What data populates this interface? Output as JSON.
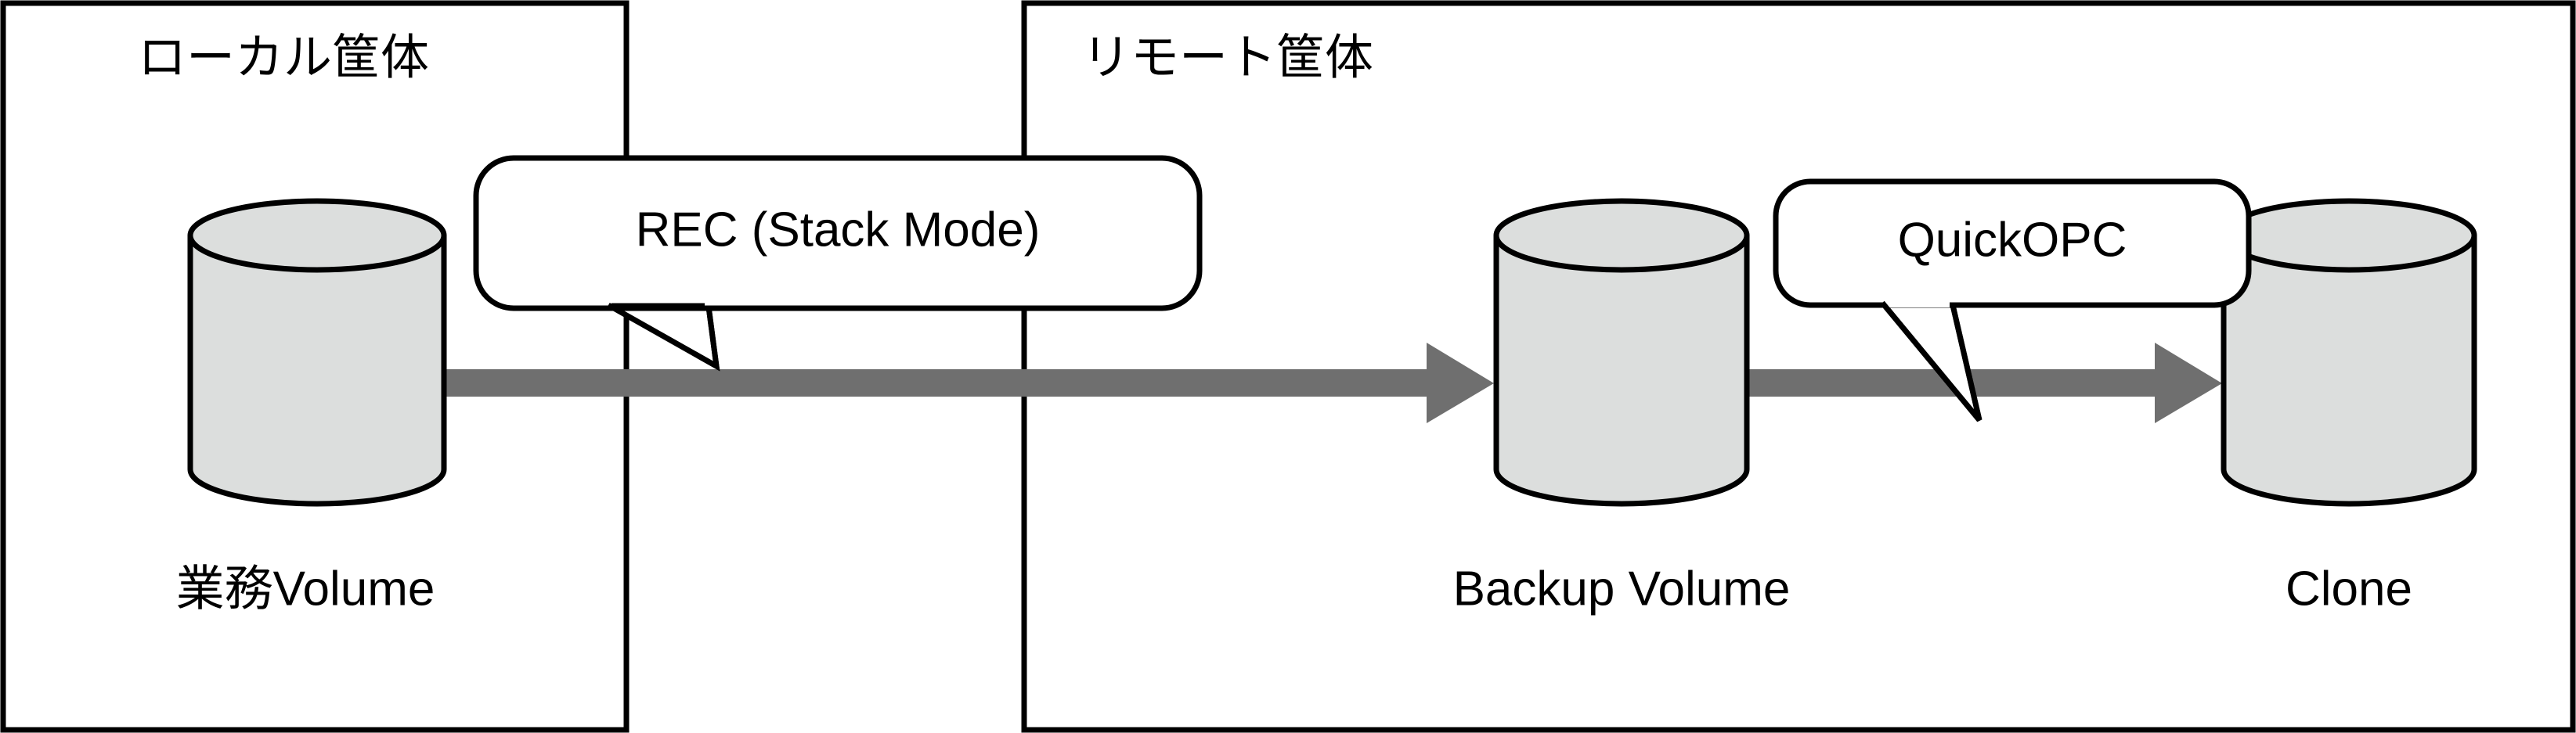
{
  "diagram": {
    "title_local": "ローカル筐体",
    "title_remote": "リモート筐体",
    "frames": [
      {
        "id": "local",
        "label": "ローカル筐体"
      },
      {
        "id": "remote",
        "label": "リモート筐体"
      }
    ],
    "volumes": [
      {
        "id": "business-volume",
        "label": "業務Volume",
        "frame": "local"
      },
      {
        "id": "backup-volume",
        "label": "Backup Volume",
        "frame": "remote"
      },
      {
        "id": "clone-volume",
        "label": "Clone",
        "frame": "remote"
      }
    ],
    "callouts": [
      {
        "id": "rec-callout",
        "label": "REC (Stack Mode)"
      },
      {
        "id": "quickopc-callout",
        "label": "QuickOPC"
      }
    ],
    "arrows": [
      {
        "id": "rec-arrow",
        "from": "business-volume",
        "to": "backup-volume",
        "label": "REC (Stack Mode)"
      },
      {
        "id": "quickopc-arrow",
        "from": "backup-volume",
        "to": "clone-volume",
        "label": "QuickOPC"
      }
    ],
    "colors": {
      "background": "#ffffff",
      "outline": "#000000",
      "cylinder_fill": "#dcdedd",
      "arrow_fill": "#6f6f6f",
      "callout_fill": "#ffffff"
    }
  }
}
